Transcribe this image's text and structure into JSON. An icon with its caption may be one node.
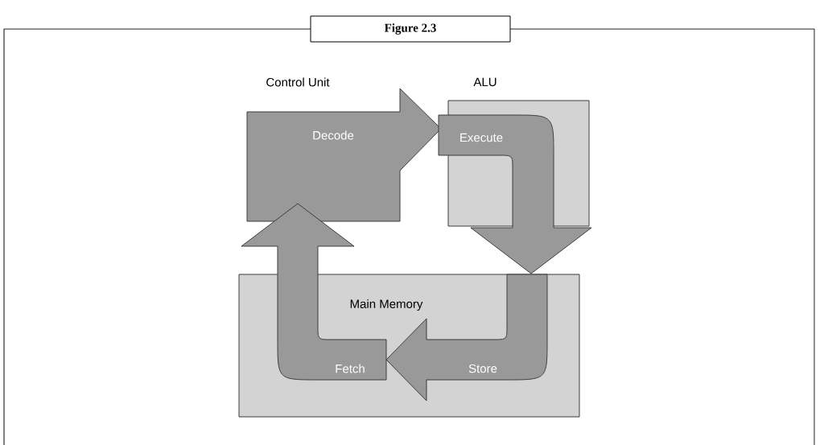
{
  "diagram": {
    "title": "Figure 2.3",
    "nodes": [
      {
        "text": [
          "Decode"
        ],
        "beside": [
          "Control Unit"
        ]
      },
      {
        "text": [
          "ALU"
        ]
      },
      {
        "text": [
          "Execute"
        ]
      },
      {
        "text": [
          "Main Memory"
        ]
      },
      {
        "text": [
          "Store"
        ],
        "in": 3
      },
      {
        "text": [
          "Fetch"
        ]
      }
    ]
  }
}
